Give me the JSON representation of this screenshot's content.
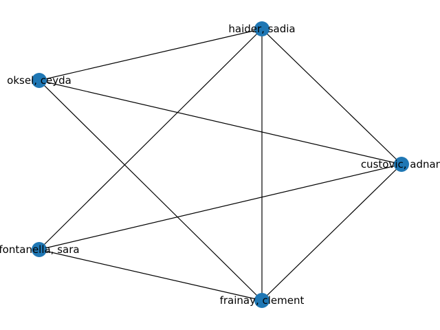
{
  "graph": {
    "node_color": "#1f77b4",
    "edge_color": "#000000",
    "nodes": [
      {
        "id": "haider",
        "label": "haider, sadia"
      },
      {
        "id": "oksel",
        "label": "oksel, ceyda"
      },
      {
        "id": "custovic",
        "label": "custovic, adnan"
      },
      {
        "id": "fontanella",
        "label": "fontanella, sara"
      },
      {
        "id": "frainay",
        "label": "frainay, clement"
      }
    ],
    "edges": [
      {
        "source": "haider",
        "target": "oksel"
      },
      {
        "source": "haider",
        "target": "custovic"
      },
      {
        "source": "haider",
        "target": "fontanella"
      },
      {
        "source": "haider",
        "target": "frainay"
      },
      {
        "source": "oksel",
        "target": "custovic"
      },
      {
        "source": "oksel",
        "target": "frainay"
      },
      {
        "source": "custovic",
        "target": "fontanella"
      },
      {
        "source": "custovic",
        "target": "frainay"
      },
      {
        "source": "fontanella",
        "target": "frainay"
      }
    ]
  }
}
